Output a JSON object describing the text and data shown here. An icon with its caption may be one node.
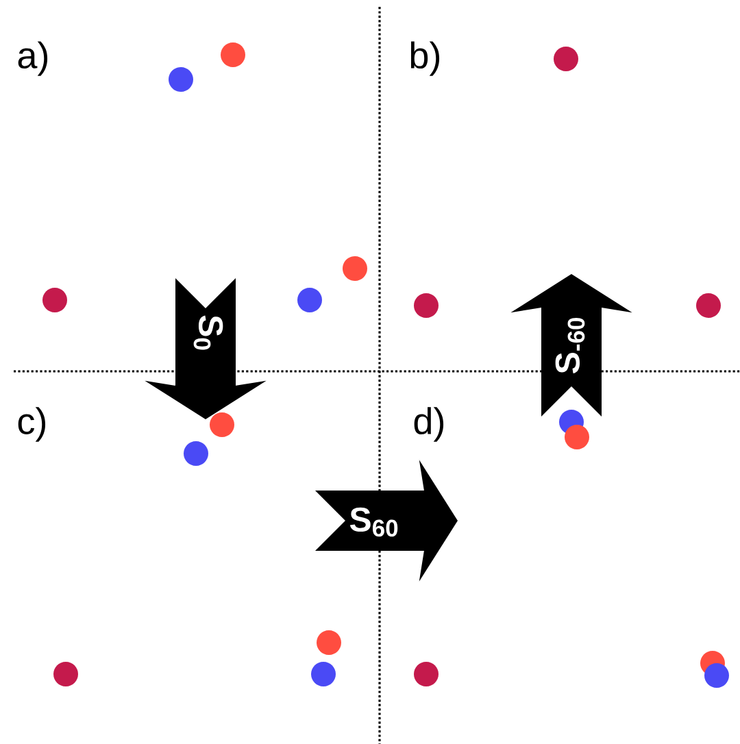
{
  "diagram": {
    "labels": [
      "a)",
      "b)",
      "S$_{0}$",
      "S$_{-60}$",
      "c)",
      "d)",
      "S$_{60}$"
    ]
  }
}
